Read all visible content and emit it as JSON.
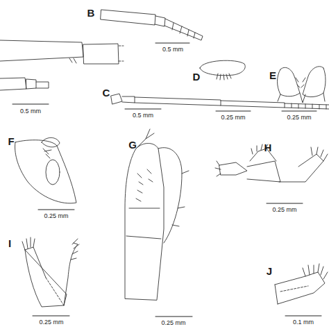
{
  "diagram": {
    "labels": [
      "B",
      "0.5 mm",
      "0.5 mm",
      "C",
      "0.5 mm",
      "D",
      "0.25 mm",
      "E",
      "0.25 mm",
      "F",
      "0.25 mm",
      "G",
      "H",
      "0.25 mm",
      "I",
      "0.25 mm",
      "0.25 mm",
      "J",
      "0.1 mm"
    ]
  }
}
